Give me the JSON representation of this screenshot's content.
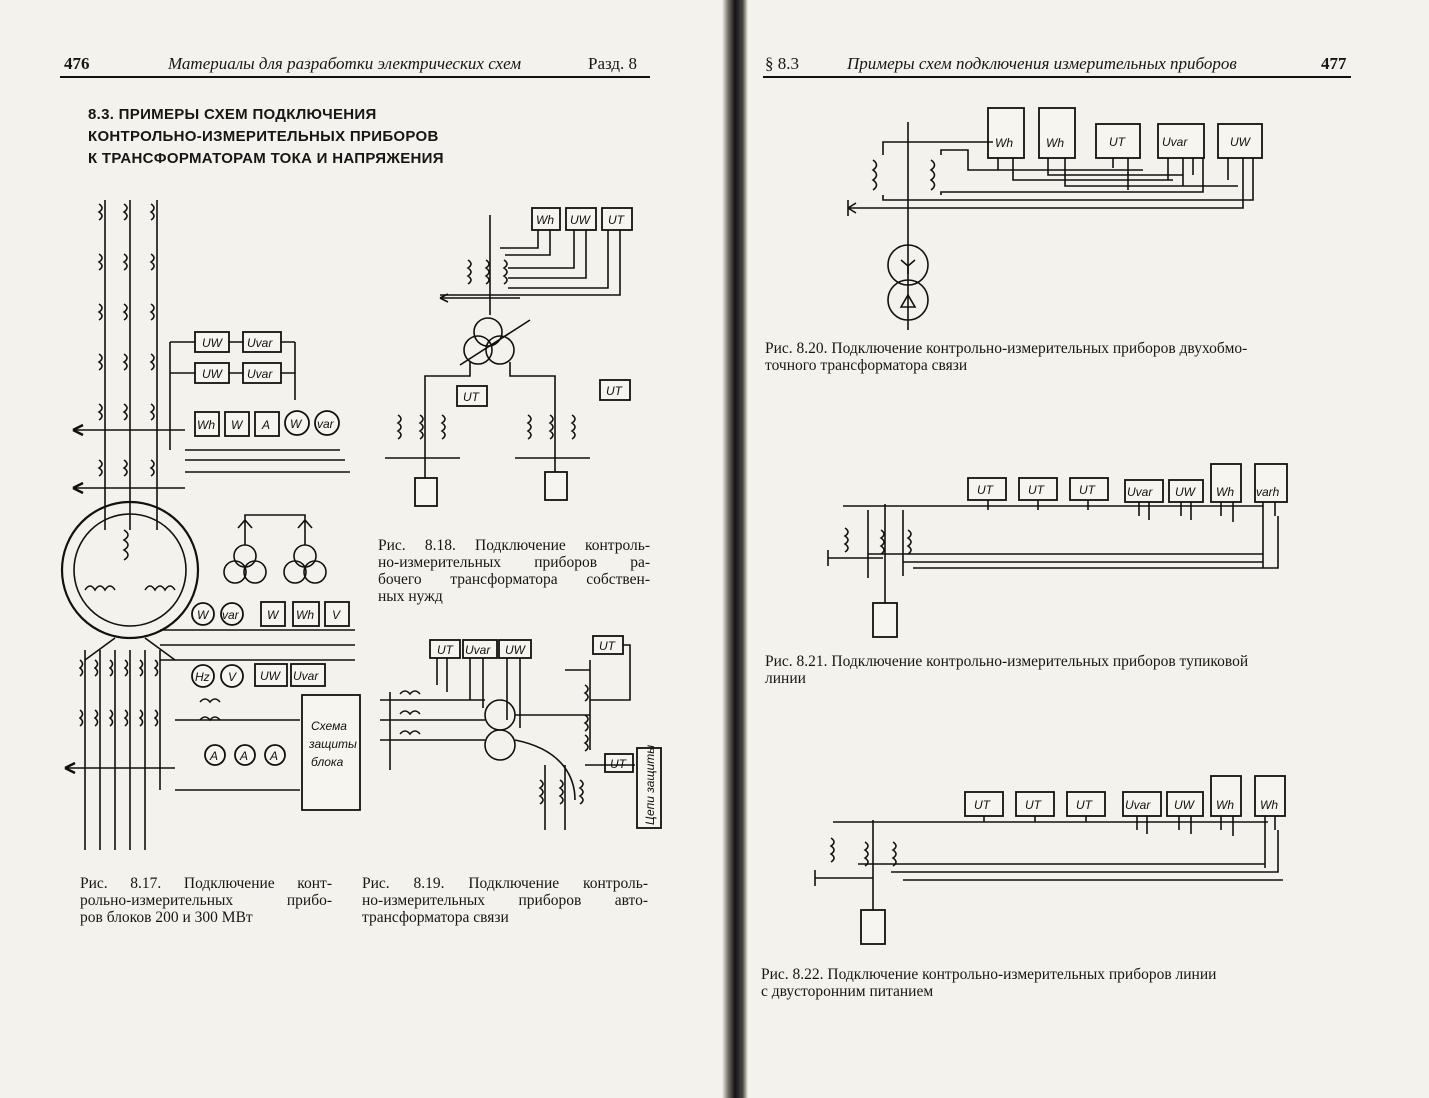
{
  "left_page": {
    "page_number": "476",
    "running_title": "Материалы для разработки электрических схем",
    "section_ref": "Разд. 8",
    "section_heading": [
      "8.3. ПРИМЕРЫ СХЕМ ПОДКЛЮЧЕНИЯ",
      "КОНТРОЛЬНО-ИЗМЕРИТЕЛЬНЫХ ПРИБОРОВ",
      "К ТРАНСФОРМАТОРАМ ТОКА И НАПРЯЖЕНИЯ"
    ],
    "fig_8_17": {
      "instruments_a": [
        "UW",
        "Uvar"
      ],
      "instruments_b": [
        "UW",
        "Uvar"
      ],
      "meters_row": [
        "Wh",
        "W",
        "A"
      ],
      "round_meters_row": [
        "W",
        "var"
      ],
      "lower_round": [
        "W",
        "var"
      ],
      "lower_round_2": [
        "Hz",
        "V"
      ],
      "lower_boxes": [
        "W",
        "Wh",
        "V"
      ],
      "lower_boxes_2": [
        "UW",
        "Uvar"
      ],
      "ammeters": [
        "A",
        "A",
        "A"
      ],
      "protection_box": [
        "Схема",
        "защиты",
        "блока"
      ],
      "caption": [
        "Рис. 8.17. Подключение конт-",
        "рольно-измерительных прибо-",
        "ров блоков 200 и 300 МВт"
      ]
    },
    "fig_8_18": {
      "instruments_top": [
        "Wh",
        "UW",
        "UT"
      ],
      "instrument_left": "UT",
      "instrument_right": "UT",
      "caption": [
        "Рис. 8.18. Подключение контроль-",
        "но-измерительных приборов ра-",
        "бочего трансформатора собствен-",
        "ных нужд"
      ]
    },
    "fig_8_19": {
      "instruments_top": [
        "UT",
        "Uvar",
        "UW"
      ],
      "instrument_right_top": "UT",
      "instrument_right_mid": "UT",
      "protection_label": "Цепи защиты",
      "caption": [
        "Рис. 8.19. Подключение контроль-",
        "но-измерительных приборов авто-",
        "трансформатора связи"
      ]
    }
  },
  "right_page": {
    "section_ref": "§ 8.3",
    "running_title": "Примеры схем подключения измерительных приборов",
    "page_number": "477",
    "fig_8_20": {
      "instruments": [
        "Wh",
        "Wh",
        "UT",
        "Uvar",
        "UW"
      ],
      "caption": [
        "Рис. 8.20. Подключение контрольно-измерительных приборов двухобмо-",
        "точного трансформатора связи"
      ]
    },
    "fig_8_21": {
      "instruments": [
        "UT",
        "UT",
        "UT",
        "Uvar",
        "UW",
        "Wh",
        "varh"
      ],
      "caption": [
        "Рис. 8.21. Подключение контрольно-измерительных приборов тупиковой",
        "линии"
      ]
    },
    "fig_8_22": {
      "instruments": [
        "UT",
        "UT",
        "UT",
        "Uvar",
        "UW",
        "Wh",
        "Wh"
      ],
      "caption": [
        "Рис. 8.22. Подключение контрольно-измерительных приборов линии",
        "с двусторонним питанием"
      ]
    }
  }
}
